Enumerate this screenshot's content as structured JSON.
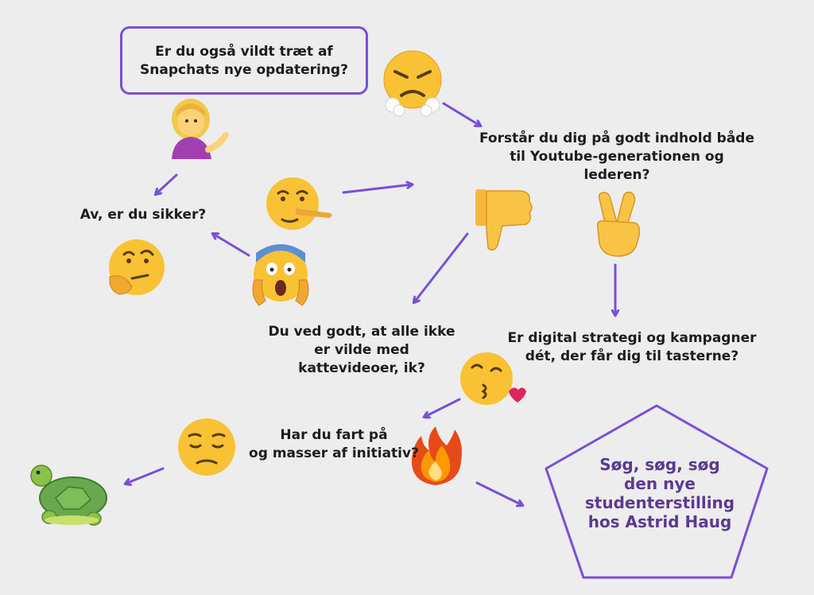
{
  "nodes": {
    "start": "Er du også vildt træt af\nSnapchats nye opdatering?",
    "content_question": "Forstår du dig på godt indhold både\ntil Youtube-generationen og\nlederen?",
    "sure": "Av, er du sikker?",
    "cat_videos": "Du ved godt, at alle ikke\ner vilde med\nkattevideoer, ik?",
    "digital": "Er digital strategi og kampagner\ndét, der får dig til tasterne?",
    "initiative": "Har du fart på\nog masser af initiativ?",
    "final": "Søg, søg, søg\nden nye\nstudenterstilling\nhos Astrid Haug"
  },
  "colors": {
    "accent": "#7a4fd6",
    "final_text": "#5b3a91",
    "text": "#1c1c1c",
    "background": "#ededed"
  },
  "icons": [
    "steaming-face-icon",
    "woman-tipping-hand-icon",
    "lying-face-icon",
    "thumbs-down-icon",
    "victory-hand-icon",
    "thinking-face-icon",
    "screaming-face-icon",
    "kissing-face-icon",
    "pensive-face-icon",
    "fire-icon",
    "turtle-icon"
  ]
}
